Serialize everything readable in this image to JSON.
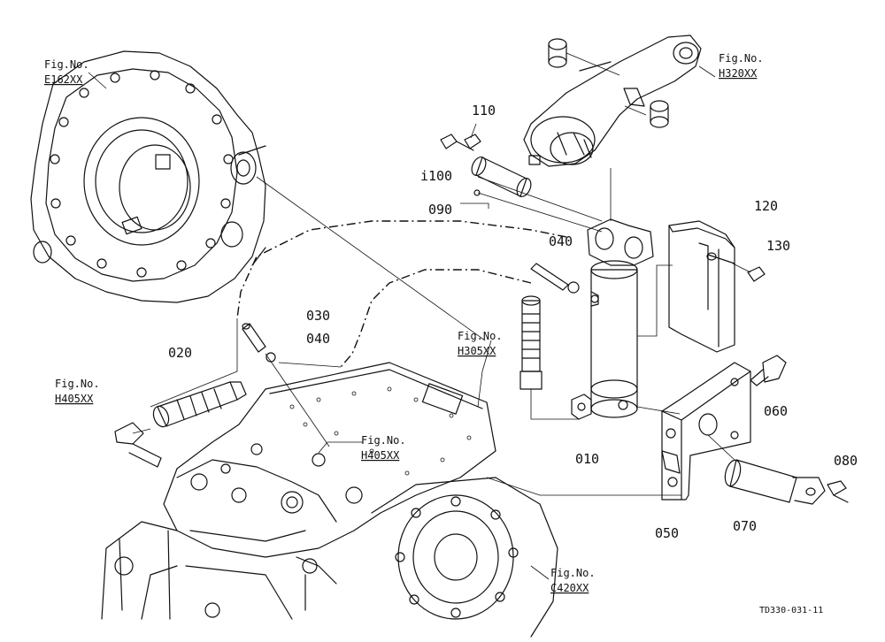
{
  "diagram": {
    "code": "TD330-031-11",
    "part_labels": [
      {
        "id": "p110",
        "text": "110"
      },
      {
        "id": "p100",
        "text": "100"
      },
      {
        "id": "p090",
        "text": "090"
      },
      {
        "id": "p120",
        "text": "120"
      },
      {
        "id": "p130",
        "text": "130"
      },
      {
        "id": "p040a",
        "text": "040"
      },
      {
        "id": "p030",
        "text": "030"
      },
      {
        "id": "p040b",
        "text": "040"
      },
      {
        "id": "p020",
        "text": "020"
      },
      {
        "id": "p060",
        "text": "060"
      },
      {
        "id": "p010",
        "text": "010"
      },
      {
        "id": "p080",
        "text": "080"
      },
      {
        "id": "p050",
        "text": "050"
      },
      {
        "id": "p070",
        "text": "070"
      }
    ],
    "figure_refs": [
      {
        "id": "e162",
        "prefix": "Fig.No.",
        "number": "E162XX"
      },
      {
        "id": "h320",
        "prefix": "Fig.No.",
        "number": "H320XX"
      },
      {
        "id": "h305",
        "prefix": "Fig.No.",
        "number": "H305XX"
      },
      {
        "id": "h405a",
        "prefix": "Fig.No.",
        "number": "H405XX"
      },
      {
        "id": "h405b",
        "prefix": "Fig.No.",
        "number": "H405XX"
      },
      {
        "id": "c420",
        "prefix": "Fig.No.",
        "number": "C420XX"
      }
    ]
  }
}
